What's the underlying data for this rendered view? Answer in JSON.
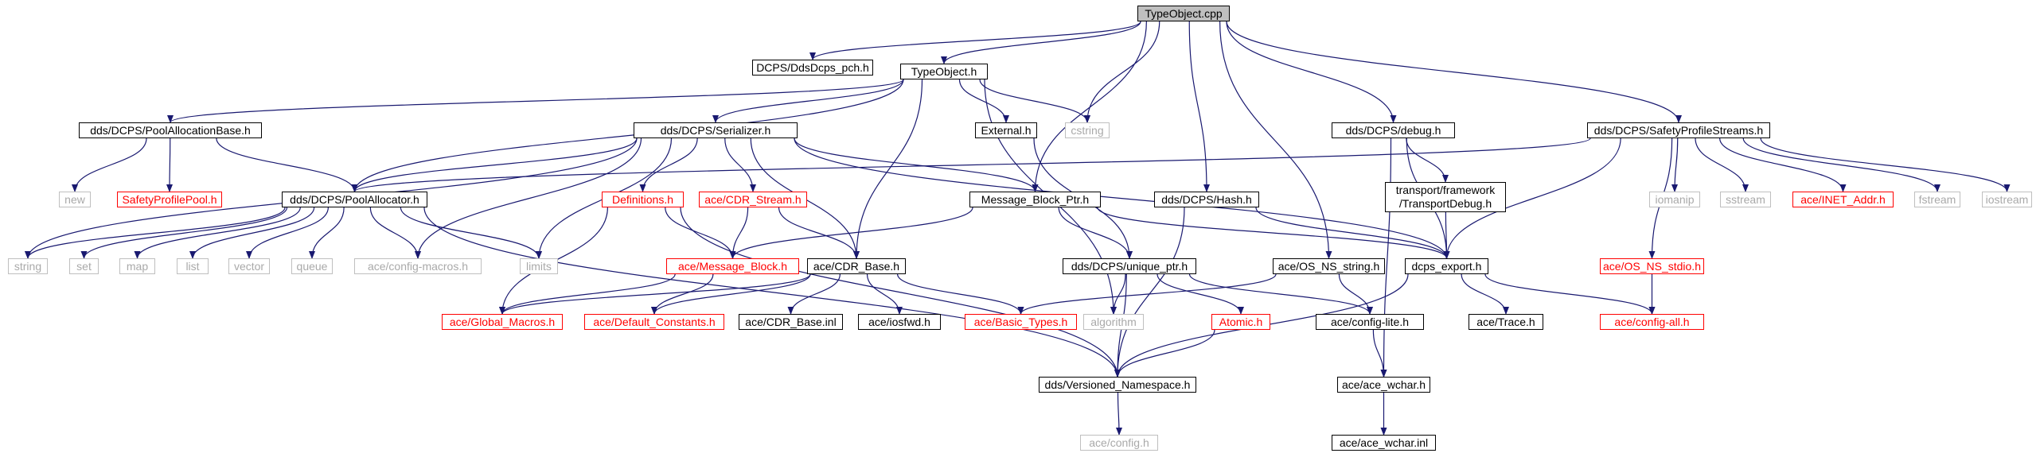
{
  "colors": {
    "edge": "#191970",
    "node_border": "#000000",
    "missing_border": "#bfbfbf",
    "missing_text": "#a9a9a9",
    "truncated": "#ff0000",
    "root_fill": "#bfbfbf"
  },
  "nodes": [
    {
      "id": "typeobject_cpp",
      "label": "TypeObject.cpp",
      "kind": "root"
    },
    {
      "id": "ddsdcps_pch",
      "label": "DCPS/DdsDcps_pch.h",
      "kind": "normal"
    },
    {
      "id": "typeobject_h",
      "label": "TypeObject.h",
      "kind": "normal"
    },
    {
      "id": "poolallocationbase",
      "label": "dds/DCPS/PoolAllocationBase.h",
      "kind": "normal"
    },
    {
      "id": "serializer",
      "label": "dds/DCPS/Serializer.h",
      "kind": "normal"
    },
    {
      "id": "external",
      "label": "External.h",
      "kind": "normal"
    },
    {
      "id": "cstring",
      "label": "cstring",
      "kind": "missing"
    },
    {
      "id": "debug",
      "label": "dds/DCPS/debug.h",
      "kind": "normal"
    },
    {
      "id": "safetyprofilestreams",
      "label": "dds/DCPS/SafetyProfileStreams.h",
      "kind": "normal"
    },
    {
      "id": "new",
      "label": "new",
      "kind": "missing"
    },
    {
      "id": "safetyprofilepool",
      "label": "SafetyProfilePool.h",
      "kind": "truncated"
    },
    {
      "id": "poolallocator",
      "label": "dds/DCPS/PoolAllocator.h",
      "kind": "normal"
    },
    {
      "id": "definitions",
      "label": "Definitions.h",
      "kind": "truncated"
    },
    {
      "id": "cdr_stream",
      "label": "ace/CDR_Stream.h",
      "kind": "truncated"
    },
    {
      "id": "message_block_ptr",
      "label": "Message_Block_Ptr.h",
      "kind": "normal"
    },
    {
      "id": "hash",
      "label": "dds/DCPS/Hash.h",
      "kind": "normal"
    },
    {
      "id": "transportdebug",
      "label": [
        "transport/framework",
        "/TransportDebug.h"
      ],
      "kind": "normal"
    },
    {
      "id": "iomanip",
      "label": "iomanip",
      "kind": "missing"
    },
    {
      "id": "sstream",
      "label": "sstream",
      "kind": "missing"
    },
    {
      "id": "inet_addr",
      "label": "ace/INET_Addr.h",
      "kind": "truncated"
    },
    {
      "id": "fstream",
      "label": "fstream",
      "kind": "missing"
    },
    {
      "id": "iostream",
      "label": "iostream",
      "kind": "missing"
    },
    {
      "id": "string",
      "label": "string",
      "kind": "missing"
    },
    {
      "id": "set",
      "label": "set",
      "kind": "missing"
    },
    {
      "id": "map",
      "label": "map",
      "kind": "missing"
    },
    {
      "id": "list",
      "label": "list",
      "kind": "missing"
    },
    {
      "id": "vector",
      "label": "vector",
      "kind": "missing"
    },
    {
      "id": "queue",
      "label": "queue",
      "kind": "missing"
    },
    {
      "id": "config_macros",
      "label": "ace/config-macros.h",
      "kind": "missing"
    },
    {
      "id": "limits",
      "label": "limits",
      "kind": "missing"
    },
    {
      "id": "message_block",
      "label": "ace/Message_Block.h",
      "kind": "truncated"
    },
    {
      "id": "cdr_base",
      "label": "ace/CDR_Base.h",
      "kind": "normal"
    },
    {
      "id": "unique_ptr",
      "label": "dds/DCPS/unique_ptr.h",
      "kind": "normal"
    },
    {
      "id": "os_ns_string",
      "label": "ace/OS_NS_string.h",
      "kind": "normal"
    },
    {
      "id": "dcps_export",
      "label": "dcps_export.h",
      "kind": "normal"
    },
    {
      "id": "os_ns_stdio",
      "label": "ace/OS_NS_stdio.h",
      "kind": "truncated"
    },
    {
      "id": "global_macros",
      "label": "ace/Global_Macros.h",
      "kind": "truncated"
    },
    {
      "id": "default_constants",
      "label": "ace/Default_Constants.h",
      "kind": "truncated"
    },
    {
      "id": "cdr_base_inl",
      "label": "ace/CDR_Base.inl",
      "kind": "normal"
    },
    {
      "id": "iosfwd",
      "label": "ace/iosfwd.h",
      "kind": "normal"
    },
    {
      "id": "basic_types",
      "label": "ace/Basic_Types.h",
      "kind": "truncated"
    },
    {
      "id": "algorithm",
      "label": "algorithm",
      "kind": "missing"
    },
    {
      "id": "atomic",
      "label": "Atomic.h",
      "kind": "truncated"
    },
    {
      "id": "config_lite",
      "label": "ace/config-lite.h",
      "kind": "normal"
    },
    {
      "id": "trace",
      "label": "ace/Trace.h",
      "kind": "normal"
    },
    {
      "id": "config_all",
      "label": "ace/config-all.h",
      "kind": "truncated"
    },
    {
      "id": "versioned_namespace",
      "label": "dds/Versioned_Namespace.h",
      "kind": "normal"
    },
    {
      "id": "ace_wchar",
      "label": "ace/ace_wchar.h",
      "kind": "normal"
    },
    {
      "id": "config_h",
      "label": "ace/config.h",
      "kind": "missing"
    },
    {
      "id": "ace_wchar_inl",
      "label": "ace/ace_wchar.inl",
      "kind": "normal"
    }
  ],
  "edges": [
    [
      "typeobject_cpp",
      "ddsdcps_pch"
    ],
    [
      "typeobject_cpp",
      "typeobject_h"
    ],
    [
      "typeobject_cpp",
      "cstring"
    ],
    [
      "typeobject_cpp",
      "message_block_ptr"
    ],
    [
      "typeobject_cpp",
      "hash"
    ],
    [
      "typeobject_cpp",
      "os_ns_string"
    ],
    [
      "typeobject_cpp",
      "debug"
    ],
    [
      "typeobject_cpp",
      "safetyprofilestreams"
    ],
    [
      "typeobject_h",
      "poolallocationbase"
    ],
    [
      "typeobject_h",
      "serializer"
    ],
    [
      "typeobject_h",
      "external"
    ],
    [
      "typeobject_h",
      "cstring"
    ],
    [
      "typeobject_h",
      "poolallocator"
    ],
    [
      "typeobject_h",
      "cdr_base"
    ],
    [
      "typeobject_h",
      "algorithm"
    ],
    [
      "poolallocationbase",
      "new"
    ],
    [
      "poolallocationbase",
      "safetyprofilepool"
    ],
    [
      "poolallocationbase",
      "poolallocator"
    ],
    [
      "serializer",
      "poolallocator"
    ],
    [
      "serializer",
      "definitions"
    ],
    [
      "serializer",
      "cdr_stream"
    ],
    [
      "serializer",
      "message_block_ptr"
    ],
    [
      "serializer",
      "dcps_export"
    ],
    [
      "serializer",
      "string"
    ],
    [
      "serializer",
      "config_macros"
    ],
    [
      "serializer",
      "limits"
    ],
    [
      "serializer",
      "cdr_base"
    ],
    [
      "external",
      "unique_ptr"
    ],
    [
      "debug",
      "transportdebug"
    ],
    [
      "debug",
      "dcps_export"
    ],
    [
      "debug",
      "ace_wchar"
    ],
    [
      "safetyprofilestreams",
      "poolallocator"
    ],
    [
      "safetyprofilestreams",
      "iomanip"
    ],
    [
      "safetyprofilestreams",
      "sstream"
    ],
    [
      "safetyprofilestreams",
      "inet_addr"
    ],
    [
      "safetyprofilestreams",
      "fstream"
    ],
    [
      "safetyprofilestreams",
      "iostream"
    ],
    [
      "safetyprofilestreams",
      "os_ns_stdio"
    ],
    [
      "safetyprofilestreams",
      "dcps_export"
    ],
    [
      "poolallocator",
      "string"
    ],
    [
      "poolallocator",
      "set"
    ],
    [
      "poolallocator",
      "map"
    ],
    [
      "poolallocator",
      "list"
    ],
    [
      "poolallocator",
      "vector"
    ],
    [
      "poolallocator",
      "queue"
    ],
    [
      "poolallocator",
      "config_macros"
    ],
    [
      "poolallocator",
      "limits"
    ],
    [
      "poolallocator",
      "versioned_namespace"
    ],
    [
      "definitions",
      "message_block"
    ],
    [
      "definitions",
      "global_macros"
    ],
    [
      "definitions",
      "versioned_namespace"
    ],
    [
      "cdr_stream",
      "message_block"
    ],
    [
      "cdr_stream",
      "cdr_base"
    ],
    [
      "message_block_ptr",
      "message_block"
    ],
    [
      "message_block_ptr",
      "unique_ptr"
    ],
    [
      "message_block_ptr",
      "dcps_export"
    ],
    [
      "hash",
      "dcps_export"
    ],
    [
      "hash",
      "versioned_namespace"
    ],
    [
      "transportdebug",
      "dcps_export"
    ],
    [
      "message_block",
      "global_macros"
    ],
    [
      "message_block",
      "default_constants"
    ],
    [
      "cdr_base",
      "global_macros"
    ],
    [
      "cdr_base",
      "default_constants"
    ],
    [
      "cdr_base",
      "cdr_base_inl"
    ],
    [
      "cdr_base",
      "iosfwd"
    ],
    [
      "cdr_base",
      "basic_types"
    ],
    [
      "unique_ptr",
      "algorithm"
    ],
    [
      "unique_ptr",
      "atomic"
    ],
    [
      "unique_ptr",
      "config_lite"
    ],
    [
      "unique_ptr",
      "versioned_namespace"
    ],
    [
      "os_ns_string",
      "basic_types"
    ],
    [
      "os_ns_string",
      "config_lite"
    ],
    [
      "dcps_export",
      "trace"
    ],
    [
      "dcps_export",
      "config_all"
    ],
    [
      "dcps_export",
      "versioned_namespace"
    ],
    [
      "os_ns_stdio",
      "config_all"
    ],
    [
      "atomic",
      "versioned_namespace"
    ],
    [
      "config_lite",
      "ace_wchar"
    ],
    [
      "versioned_namespace",
      "config_h"
    ],
    [
      "ace_wchar",
      "ace_wchar_inl"
    ]
  ]
}
